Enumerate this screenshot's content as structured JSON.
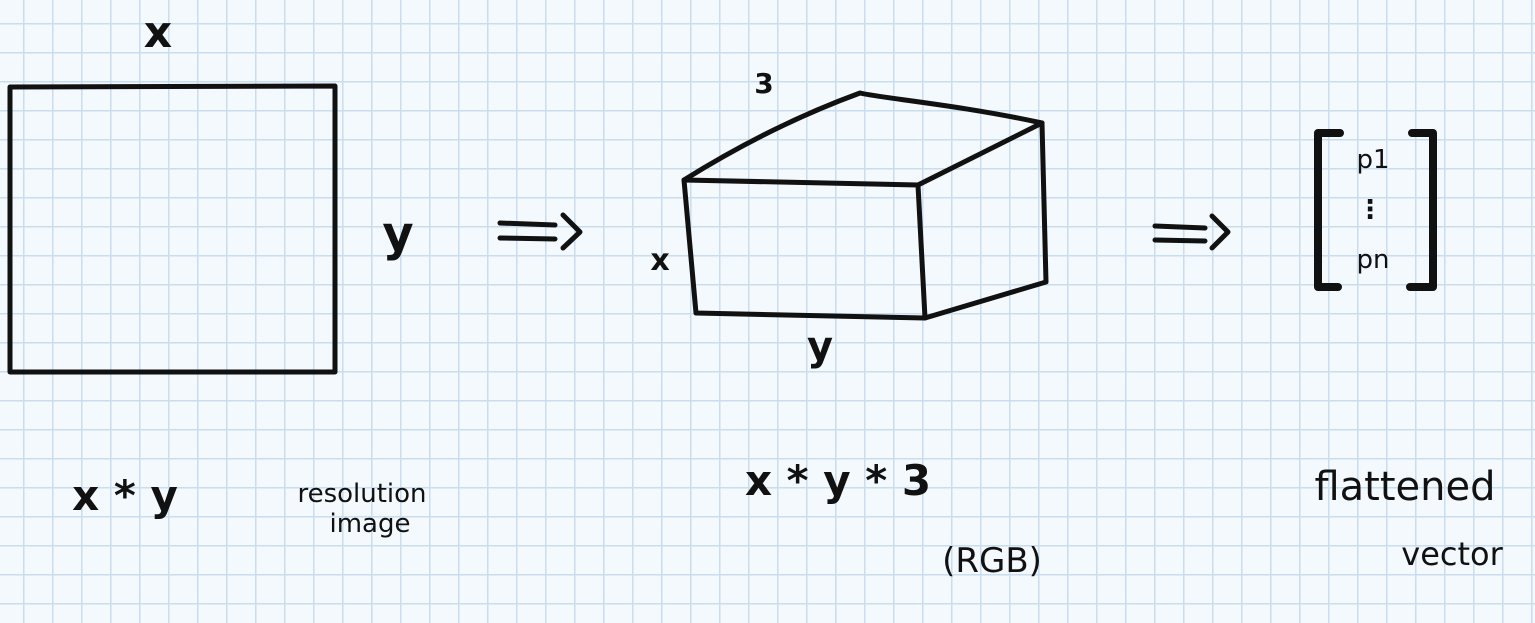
{
  "image_panel": {
    "width_label": "x",
    "height_label": "y",
    "caption_dims": "x * y",
    "caption_line1": "resolution",
    "caption_line2": "image"
  },
  "arrow_1": "=>",
  "tensor_panel": {
    "depth_label": "3",
    "side_label": "x",
    "front_label": "y",
    "caption": "x * y * 3",
    "caption_note": "(RGB)"
  },
  "arrow_2": "=>",
  "vector_panel": {
    "first_entry": "p1",
    "ellipsis": "⋮",
    "last_entry": "pn",
    "caption_line1": "flattened",
    "caption_line2": "vector"
  }
}
